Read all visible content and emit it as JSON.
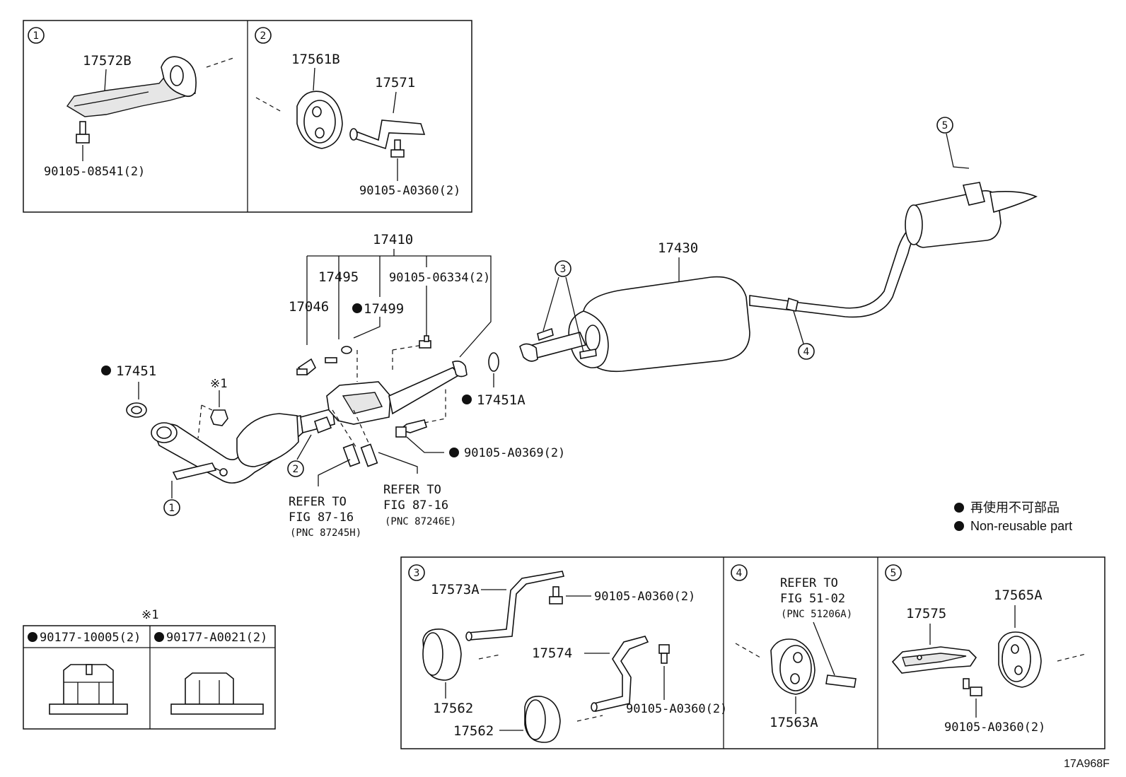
{
  "diagram_code": "17A968F",
  "legend": {
    "japanese": "再使用不可部品",
    "english": "Non-reusable part"
  },
  "callouts": {
    "c1": "1",
    "c2": "2",
    "c3": "3",
    "c4": "4",
    "c5": "5"
  },
  "box1": {
    "part_17572b": "17572B",
    "bolt": "90105-08541(2)"
  },
  "box2": {
    "part_17561b": "17561B",
    "part_17571": "17571",
    "bolt": "90105-A0360(2)"
  },
  "main": {
    "p17410": "17410",
    "p17495": "17495",
    "p9010506334": "90105-06334(2)",
    "p17046": "17046",
    "p17499": "17499",
    "p17451": "17451",
    "note_mark": "※1",
    "p17451a": "17451A",
    "p90105a0369": "90105-A0369(2)",
    "p17430": "17430",
    "refer_left": [
      "REFER TO",
      "FIG 87-16",
      "(PNC 87245H)"
    ],
    "refer_right": [
      "REFER TO",
      "FIG 87-16",
      "(PNC 87246E)"
    ]
  },
  "box3": {
    "p17573a": "17573A",
    "bolt_a": "90105-A0360(2)",
    "p17574": "17574",
    "p17562_a": "17562",
    "p17562_b": "17562",
    "bolt_b": "90105-A0360(2)"
  },
  "box4": {
    "refer": [
      "REFER TO",
      "FIG 51-02",
      "(PNC 51206A)"
    ],
    "p17563a": "17563A"
  },
  "box5": {
    "p17565a": "17565A",
    "p17575": "17575",
    "bolt": "90105-A0360(2)"
  },
  "nut_table": {
    "note_mark": "※1",
    "left": "90177-10005(2)",
    "right": "90177-A0021(2)"
  }
}
